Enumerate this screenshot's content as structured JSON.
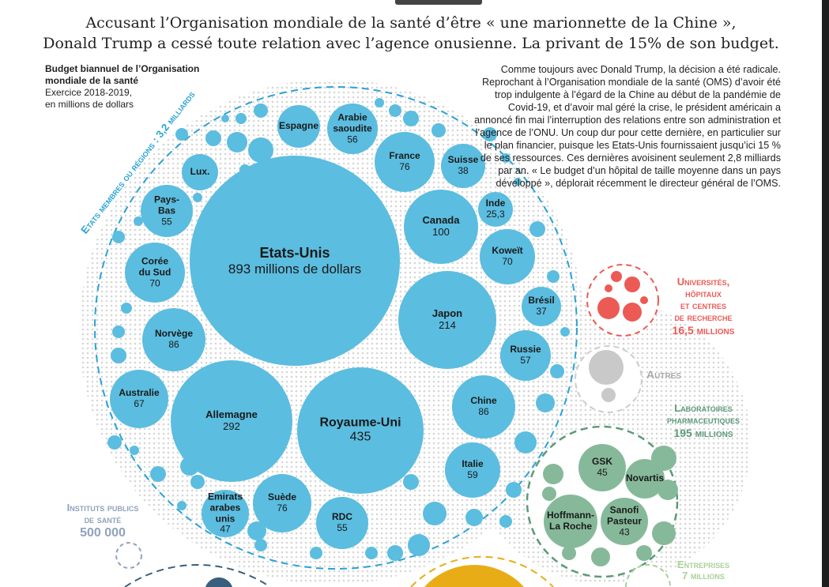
{
  "header": {
    "title_line1": "Accusant l’Organisation mondiale de la santé d’être « une marionnette de la Chine »,",
    "title_line2": "Donald Trump a cessé toute relation avec l’agence onusienne. La privant de 15% de son budget."
  },
  "legend": {
    "line1": "Budget biannuel de l’Organisation",
    "line2": "mondiale de la santé",
    "line3": "Exercice 2018-2019,",
    "line4": "en millions de dollars"
  },
  "article": "Comme toujours avec Donald Trump, la décision a été radicale. Reprochant à l’Organisation mondiale de la santé (OMS) d’avoir été trop indulgente à l’égard de la Chine au début de la pandémie de Covid-19, et d’avoir mal géré la crise, le président américain a annoncé fin mai l’interruption des relations entre son administration et l’agence de l’ONU. Un coup dur pour cette dernière, en particulier sur le plan financier, puisque les Etats-Unis fournissaient jusqu’ici 15 % de ses ressources. Ces dernières avoisinent seulement 2,8 milliards par an. « Le budget d’un hôpital de taille moyenne dans un pays développé », déplorait récemment le directeur général de l’OMS.",
  "groups": {
    "members": "Etats membres ou régions : 3,2 milliards",
    "universities": {
      "l1": "Universités,",
      "l2": "hôpitaux",
      "l3": "et centres",
      "l4": "de recherche",
      "amount": "16,5 millions"
    },
    "others": "Autres",
    "pharma": {
      "l1": "Laboratoires",
      "l2": "pharmaceutiques",
      "amount": "195 millions"
    },
    "institutes": {
      "l1": "Instituts publics",
      "l2": "de santé",
      "amount": "500 000"
    },
    "companies": {
      "l1": "Entreprises",
      "amount": "7 millions"
    }
  },
  "colors": {
    "blue": "#5bbde0",
    "green": "#86b99a",
    "red": "#ec5a55",
    "grey": "#c9c9c9",
    "yellow": "#e8ad16",
    "navy": "#3a5f7d"
  },
  "chart_data": {
    "type": "bubble",
    "title": "Budget biannuel de l’Organisation mondiale de la santé, exercice 2018-2019, en millions de dollars",
    "series": [
      {
        "name": "Etats membres ou régions",
        "color": "#5bbde0",
        "points": [
          {
            "label": "Etats-Unis",
            "value": 893,
            "text": "893 millions de dollars"
          },
          {
            "label": "Royaume-Uni",
            "value": 435
          },
          {
            "label": "Allemagne",
            "value": 292
          },
          {
            "label": "Japon",
            "value": 214
          },
          {
            "label": "Canada",
            "value": 100
          },
          {
            "label": "France",
            "value": 76
          },
          {
            "label": "Arabie saoudite",
            "value": 56
          },
          {
            "label": "Espagne",
            "value": null
          },
          {
            "label": "Suisse",
            "value": 38
          },
          {
            "label": "Inde",
            "value": "25,3"
          },
          {
            "label": "Koweït",
            "value": 70
          },
          {
            "label": "Brésil",
            "value": 37
          },
          {
            "label": "Russie",
            "value": 57
          },
          {
            "label": "Chine",
            "value": 86
          },
          {
            "label": "Italie",
            "value": 59
          },
          {
            "label": "RDC",
            "value": 55
          },
          {
            "label": "Suède",
            "value": 76
          },
          {
            "label": "Emirats arabes unis",
            "value": 47
          },
          {
            "label": "Australie",
            "value": 67
          },
          {
            "label": "Norvège",
            "value": 86
          },
          {
            "label": "Corée du Sud",
            "value": 70
          },
          {
            "label": "Pays-Bas",
            "value": 55
          },
          {
            "label": "Lux.",
            "value": null
          }
        ]
      },
      {
        "name": "Laboratoires pharmaceutiques",
        "color": "#86b99a",
        "points": [
          {
            "label": "GSK",
            "value": 45
          },
          {
            "label": "Novartis",
            "value": null
          },
          {
            "label": "Hoffmann-La Roche",
            "value": null
          },
          {
            "label": "Sanofi Pasteur",
            "value": 43
          }
        ]
      }
    ]
  }
}
